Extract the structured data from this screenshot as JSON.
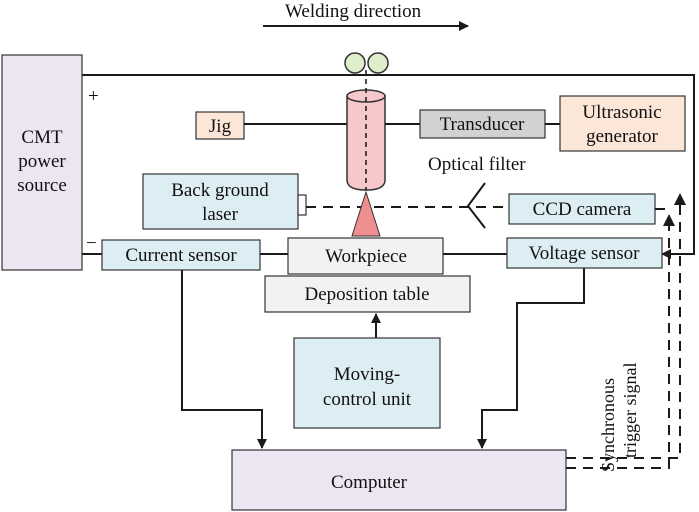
{
  "labels": {
    "welding_direction": "Welding direction",
    "power_line1": "CMT",
    "power_line2": "power",
    "power_line3": "source",
    "plus": "+",
    "minus": "−",
    "jig": "Jig",
    "transducer": "Transducer",
    "ultrasonic_line1": "Ultrasonic",
    "ultrasonic_line2": "generator",
    "optical_filter": "Optical filter",
    "laser_line1": "Back ground",
    "laser_line2": "laser",
    "ccd_camera": "CCD camera",
    "current_sensor": "Current sensor",
    "workpiece": "Workpiece",
    "voltage_sensor": "Voltage sensor",
    "deposition_table": "Deposition table",
    "moving_line1": "Moving-",
    "moving_line2": "control unit",
    "trigger_line1": "Synchronous",
    "trigger_line2": "trigger signal",
    "computer": "Computer"
  },
  "colors": {
    "power_source": "#ece6f3",
    "computer": "#ece6f3",
    "sensor_blue": "#dceef4",
    "jig": "#fbe6d8",
    "ultrasonic": "#fbe6d8",
    "transducer": "#d2d2d2",
    "workpiece": "#f2f2f2",
    "deposition": "#f2f2f2",
    "torch": "#f6c8cc",
    "arc": "#f08f90",
    "wire_spool": "#dfeecb"
  }
}
